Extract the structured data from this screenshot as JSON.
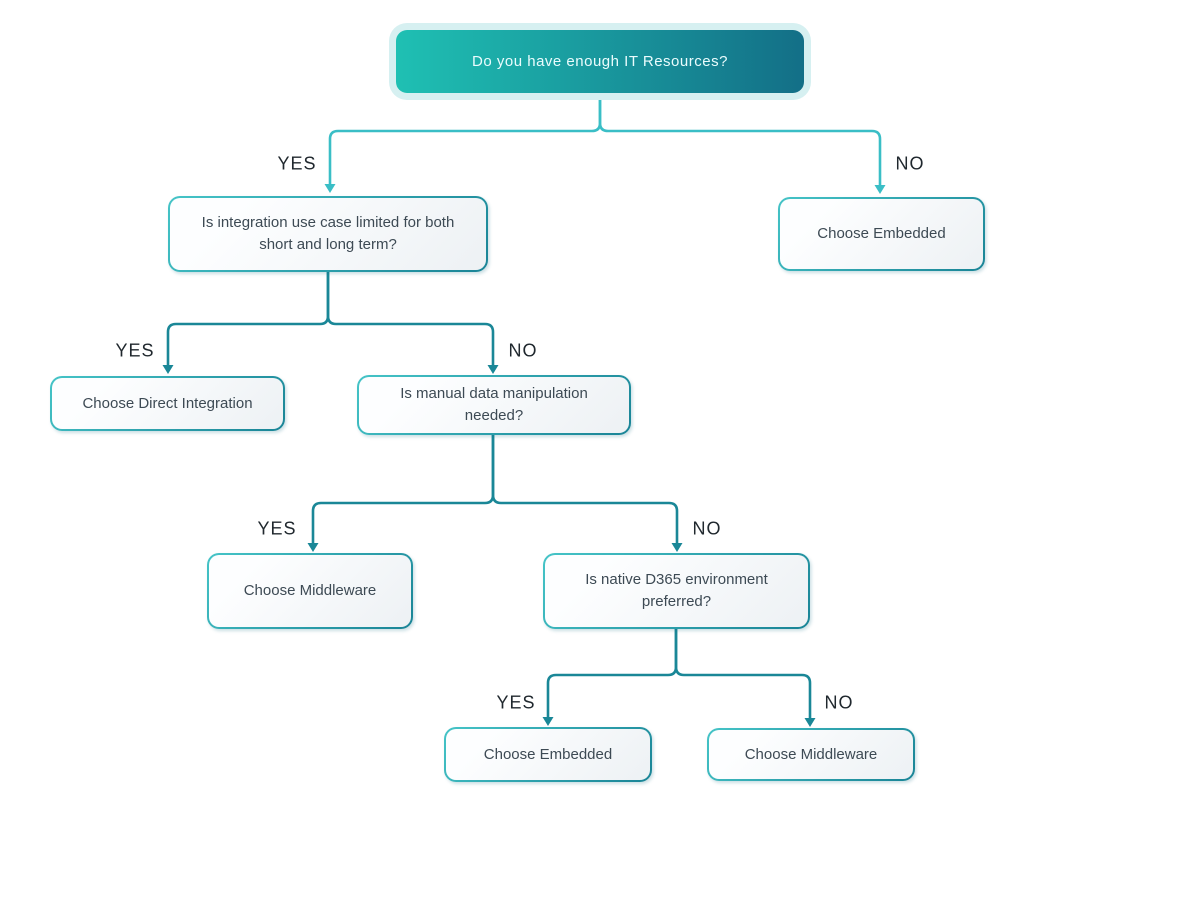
{
  "nodes": [
    {
      "id": "root",
      "type": "start",
      "label": "Do you have enough IT Resources?"
    },
    {
      "id": "q-integration-scope",
      "type": "question",
      "label": "Is integration use case limited for both short and long term?"
    },
    {
      "id": "outcome-embedded-1",
      "type": "outcome",
      "label": "Choose Embedded"
    },
    {
      "id": "outcome-direct-integration",
      "type": "outcome",
      "label": "Choose Direct Integration"
    },
    {
      "id": "q-manual-data",
      "type": "question",
      "label": "Is manual data manipulation needed?"
    },
    {
      "id": "outcome-middleware-1",
      "type": "outcome",
      "label": "Choose Middleware"
    },
    {
      "id": "q-native-d365",
      "type": "question",
      "label": "Is native D365 environment preferred?"
    },
    {
      "id": "outcome-embedded-2",
      "type": "outcome",
      "label": "Choose Embedded"
    },
    {
      "id": "outcome-middleware-2",
      "type": "outcome",
      "label": "Choose Middleware"
    }
  ],
  "edges": [
    {
      "from": "root",
      "to": "q-integration-scope",
      "label": "YES"
    },
    {
      "from": "root",
      "to": "outcome-embedded-1",
      "label": "NO"
    },
    {
      "from": "q-integration-scope",
      "to": "outcome-direct-integration",
      "label": "YES"
    },
    {
      "from": "q-integration-scope",
      "to": "q-manual-data",
      "label": "NO"
    },
    {
      "from": "q-manual-data",
      "to": "outcome-middleware-1",
      "label": "YES"
    },
    {
      "from": "q-manual-data",
      "to": "q-native-d365",
      "label": "NO"
    },
    {
      "from": "q-native-d365",
      "to": "outcome-embedded-2",
      "label": "YES"
    },
    {
      "from": "q-native-d365",
      "to": "outcome-middleware-2",
      "label": "NO"
    }
  ],
  "colors": {
    "background": "#ffffff",
    "root_gradient_start": "#1fc0b3",
    "root_gradient_end": "#136f87",
    "root_glow": "#d6f0f1",
    "root_text": "#eafcfd",
    "connector_light": "#3abec6",
    "connector_dark": "#1a8797",
    "node_border_start": "#45c4c7",
    "node_border_end": "#1a8496",
    "node_fill_start": "#fdfeff",
    "node_fill_end": "#edf1f4",
    "node_text": "#3d4a54",
    "edge_label_text": "#20282e"
  }
}
